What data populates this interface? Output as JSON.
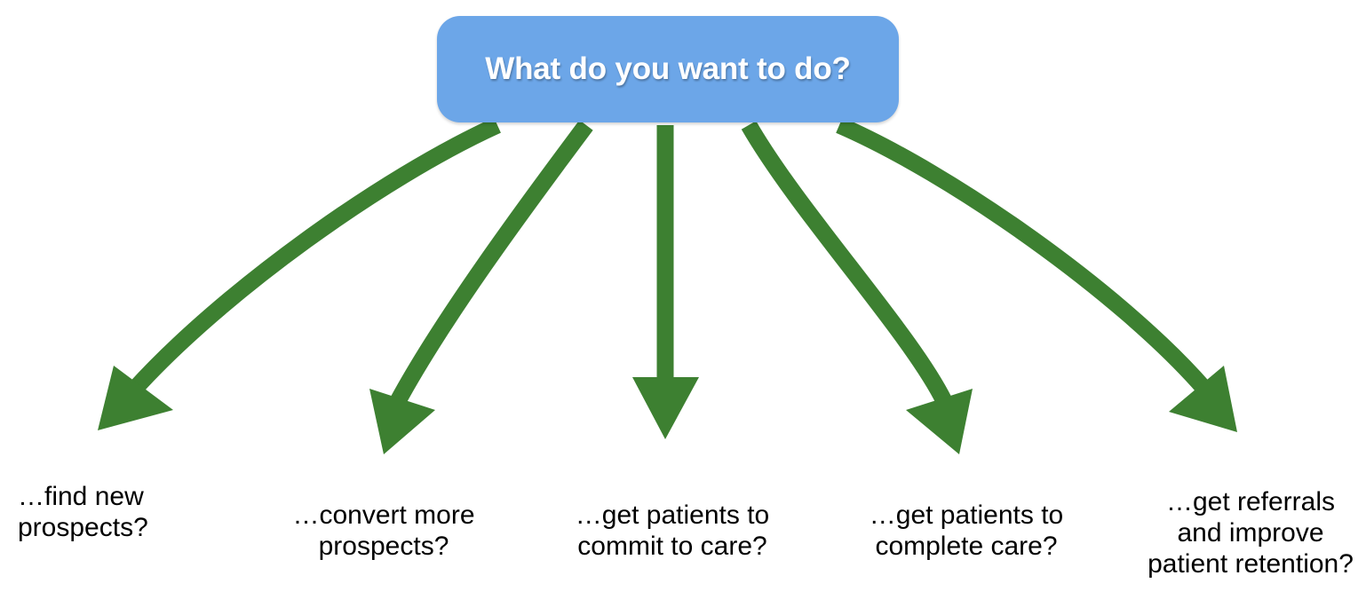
{
  "diagram": {
    "type": "radial-decision-tree",
    "background_color": "#ffffff",
    "root": {
      "label": "What do you want to do?",
      "fill_color": "#6ca6e8",
      "text_color": "#ffffff"
    },
    "connector": {
      "color": "#3d8031",
      "style": "curved-arrow",
      "count": 5
    },
    "branches": [
      {
        "id": "find-new-prospects",
        "label": "…find new\nprospects?",
        "lines": [
          "…find new",
          "prospects?"
        ]
      },
      {
        "id": "convert-more-prospects",
        "label": "…convert more\nprospects?",
        "lines": [
          "…convert more",
          "prospects?"
        ]
      },
      {
        "id": "commit-to-care",
        "label": "…get patients to\ncommit to care?",
        "lines": [
          "…get patients to",
          "commit to care?"
        ]
      },
      {
        "id": "complete-care",
        "label": "…get patients to\ncomplete care?",
        "lines": [
          "…get patients to",
          "complete care?"
        ]
      },
      {
        "id": "referrals-retention",
        "label": "…get referrals\nand improve\npatient retention?",
        "lines": [
          "…get referrals",
          "and improve",
          "patient retention?"
        ]
      }
    ]
  }
}
